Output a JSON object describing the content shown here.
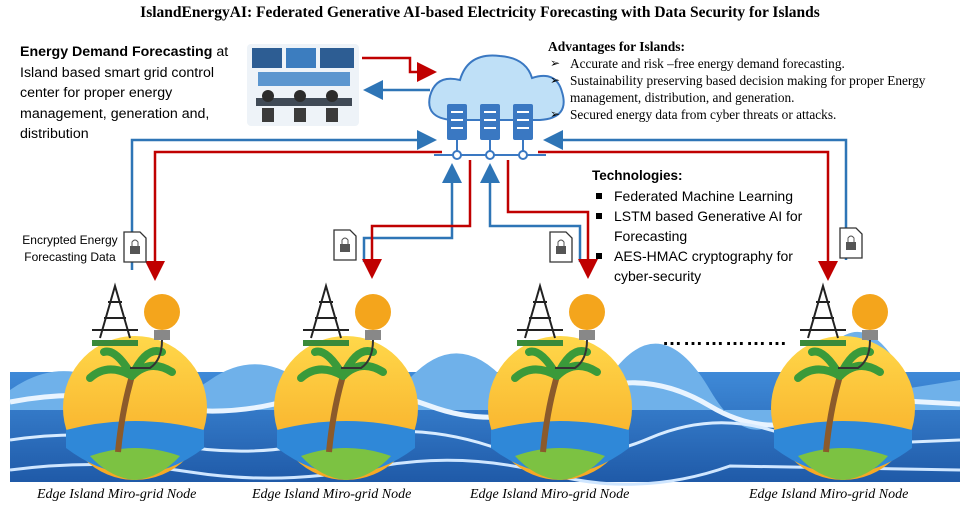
{
  "title": "IslandEnergyAI: Federated Generative AI-based Electricity Forecasting with Data Security for Islands",
  "control_center": {
    "bold": "Energy Demand Forecasting",
    "rest": " at Island based smart grid control center for proper energy management, generation and, distribution"
  },
  "advantages": {
    "heading": "Advantages for Islands:",
    "items": [
      "Accurate and risk –free energy demand forecasting.",
      "Sustainability preserving based decision making for proper Energy management, distribution, and generation.",
      "Secured energy data from cyber threats or attacks."
    ]
  },
  "technologies": {
    "heading": "Technologies:",
    "items": [
      "Federated Machine Learning",
      "LSTM based Generative AI for Forecasting",
      "AES-HMAC cryptography for cyber-security"
    ]
  },
  "encrypted_label": "Encrypted Energy Forecasting Data",
  "ellipsis": "………………",
  "nodes": [
    {
      "caption": "Edge Island Miro-grid Node"
    },
    {
      "caption": "Edge Island Miro-grid Node"
    },
    {
      "caption": "Edge Island Miro-grid Node"
    },
    {
      "caption": "Edge Island Miro-grid Node"
    }
  ],
  "colors": {
    "upload_arrow": "#2e75b6",
    "download_arrow": "#c00000",
    "cloud": "#bfe0f7",
    "server": "#3a78c2",
    "ocean": "#2a6fc0",
    "island_sun": "#f7c531",
    "bulb": "#f4a51c"
  }
}
